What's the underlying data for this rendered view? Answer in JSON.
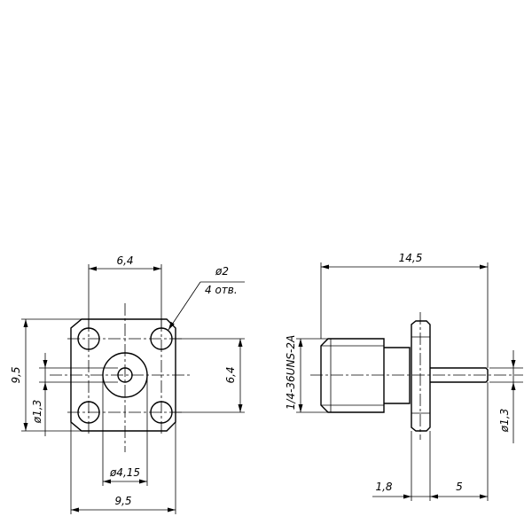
{
  "front_view": {
    "dim_hole_spacing_top": "6,4",
    "dim_hole_diameter": "ø2",
    "dim_hole_count": "4 отв.",
    "dim_flange_height": "9,5",
    "dim_hole_spacing_right": "6,4",
    "dim_pin_diameter": "ø1,3",
    "dim_dielectric_diameter": "ø4,15",
    "dim_flange_width": "9,5"
  },
  "side_view": {
    "dim_overall_length": "14,5",
    "dim_thread": "1/4-36UNS-2A",
    "dim_pin_diameter": "ø1,3",
    "dim_flange_thickness": "1,8",
    "dim_pin_length": "5"
  }
}
